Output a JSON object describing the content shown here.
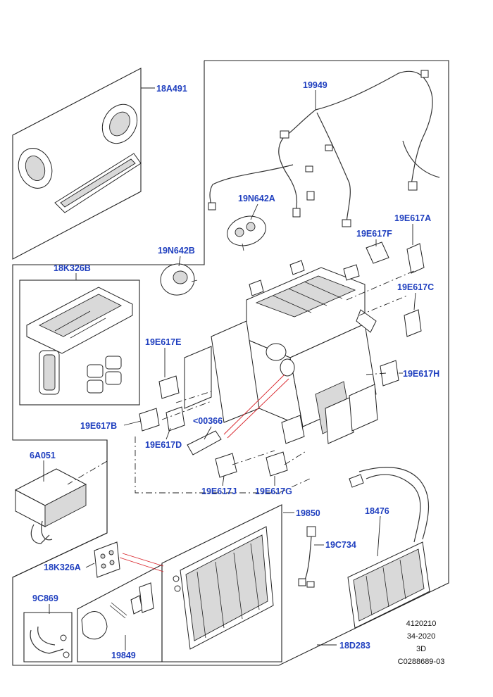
{
  "labels": {
    "p18A491": "18A491",
    "p19949": "19949",
    "p19N642A": "19N642A",
    "p19N642B": "19N642B",
    "p19E617A": "19E617A",
    "p19E617F": "19E617F",
    "p19E617C": "19E617C",
    "p19E617E": "19E617E",
    "p19E617H": "19E617H",
    "p18K326B": "18K326B",
    "p19E617B": "19E617B",
    "p00366": "<00366",
    "p19E617D": "19E617D",
    "p6A051": "6A051",
    "p19E617J": "19E617J",
    "p19E617G": "19E617G",
    "p19850": "19850",
    "p18476": "18476",
    "p19C734": "19C734",
    "p18K326A": "18K326A",
    "p9C869": "9C869",
    "p19849": "19849",
    "p18D283": "18D283"
  },
  "reference": {
    "line1": "4120210",
    "line2": "34-2020",
    "line3": "3D",
    "line4": "C0288689-03"
  }
}
